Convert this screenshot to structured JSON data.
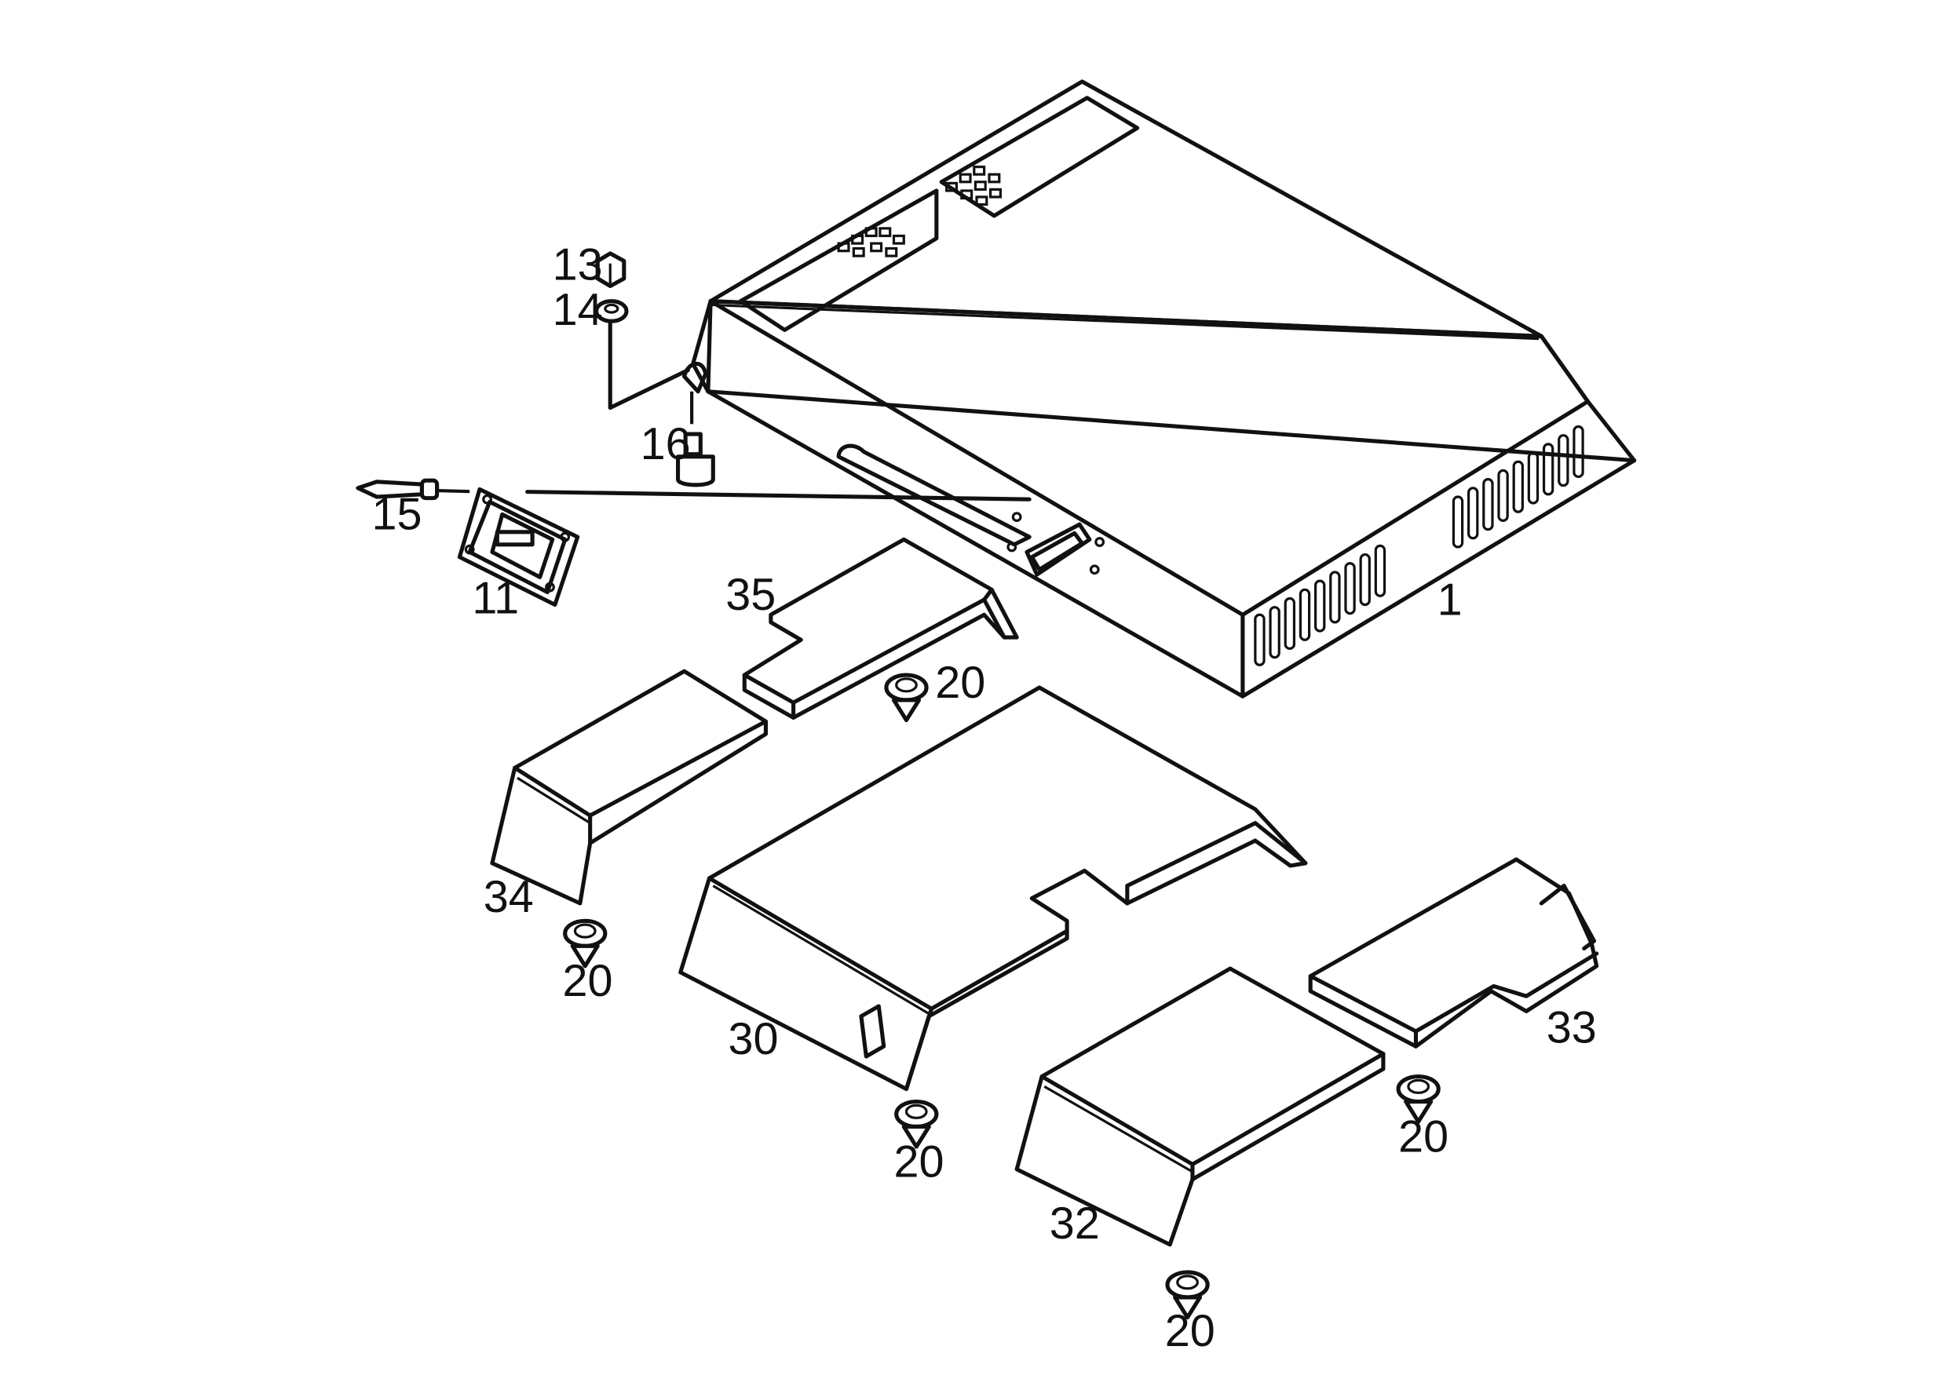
{
  "parts": [
    {
      "id": "1",
      "label": "1"
    },
    {
      "id": "11",
      "label": "11"
    },
    {
      "id": "13",
      "label": "13"
    },
    {
      "id": "14",
      "label": "14"
    },
    {
      "id": "15",
      "label": "15"
    },
    {
      "id": "16",
      "label": "16"
    },
    {
      "id": "20",
      "label": "20"
    },
    {
      "id": "30",
      "label": "30"
    },
    {
      "id": "32",
      "label": "32"
    },
    {
      "id": "33",
      "label": "33"
    },
    {
      "id": "34",
      "label": "34"
    },
    {
      "id": "35",
      "label": "35"
    }
  ],
  "colors": {
    "ink": "#111111",
    "paper": "#ffffff"
  }
}
